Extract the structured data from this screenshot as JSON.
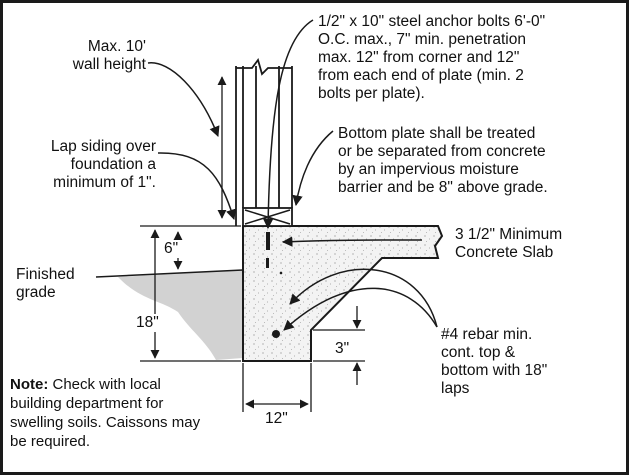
{
  "labels": {
    "wall_height": "Max. 10'\nwall height",
    "lap_siding": "Lap siding over\nfoundation a\nminimum of 1\".",
    "finished_grade": "Finished\ngrade",
    "anchor_bolts": "1/2\" x 10\" steel anchor bolts 6'-0\"\nO.C. max., 7\" min. penetration\nmax. 12\" from corner and 12\"\nfrom each end of plate (min. 2\nbolts per plate).",
    "bottom_plate": "Bottom plate shall be treated\nor be separated from concrete\nby an impervious moisture\nbarrier and be 8\" above grade.",
    "slab": "3 1/2\" Minimum\nConcrete Slab",
    "rebar": "#4 rebar min.\ncont. top &\nbottom with 18\"\nlaps"
  },
  "dimensions": {
    "six": "6\"",
    "eighteen": "18\"",
    "three": "3\"",
    "twelve": "12\""
  },
  "note": {
    "heading": "Note:",
    "body": " Check with local building department for swelling soils.  Caissons may be required."
  },
  "colors": {
    "line": "#1a1a1a",
    "soil": "#d2d2d2",
    "concrete": "#f3f3f3"
  }
}
